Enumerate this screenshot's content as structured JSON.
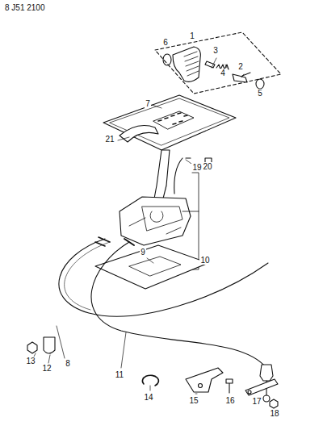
{
  "diagram": {
    "labels": [
      "8 J51 2100",
      "6",
      "1",
      "3",
      "4",
      "2",
      "5",
      "7",
      "21",
      "20",
      "19",
      "10",
      "9",
      "13",
      "12",
      "8",
      "11",
      "14",
      "15",
      "16",
      "17",
      "18"
    ]
  }
}
